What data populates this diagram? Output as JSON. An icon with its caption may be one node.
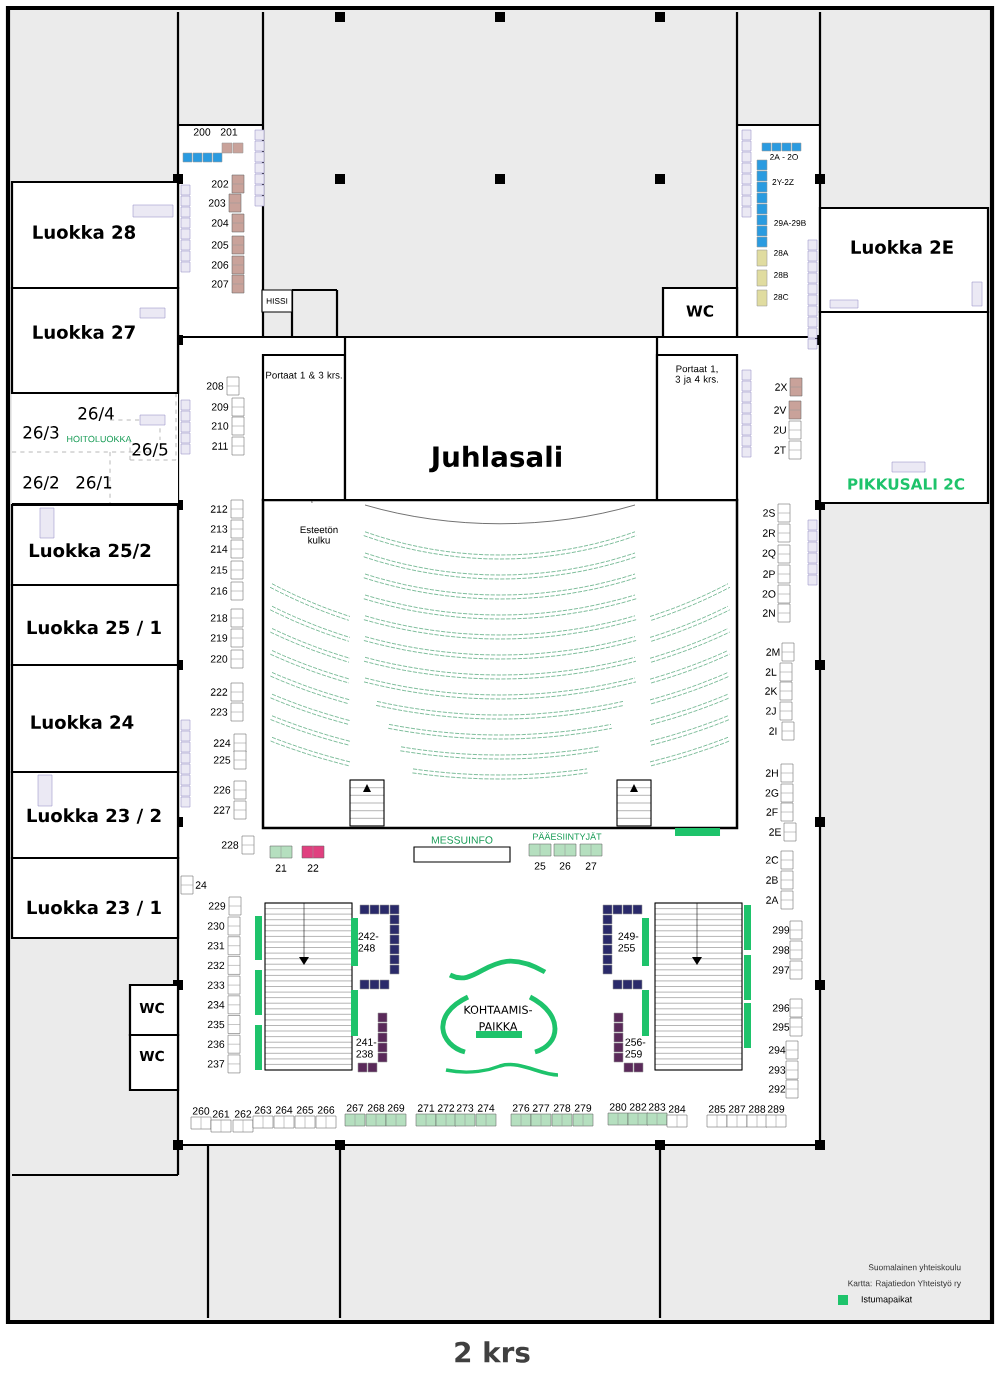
{
  "diagram": {
    "title": "2 krs",
    "nodes": [
      {
        "text": [
          "Luokka 28"
        ]
      },
      {
        "text": [
          "Luokka 27"
        ]
      },
      {
        "text": [
          "Luokka 25/2"
        ]
      },
      {
        "text": [
          "Luokka 25 / 1"
        ]
      },
      {
        "text": [
          "Luokka 24"
        ]
      },
      {
        "text": [
          "Luokka 23 / 2"
        ]
      },
      {
        "text": [
          "Luokka 23 / 1"
        ]
      },
      {
        "text": [
          "WC"
        ]
      },
      {
        "text": [
          "WC"
        ]
      },
      {
        "text": [
          "HISSI"
        ]
      },
      {
        "text": [
          "WC"
        ]
      },
      {
        "text": [
          "Portaat 1 & 3 krs."
        ]
      },
      {
        "text": [
          "Juhlasali"
        ]
      },
      {
        "text": [
          "Portaat 1, 3 ja 4 krs."
        ]
      },
      {
        "text": [
          "Luokka 2E"
        ]
      },
      {
        "text": [
          "PIKKUSALI 2C"
        ]
      },
      {
        "text": [
          "MESSUINFO"
        ]
      }
    ],
    "labels": [
      "200",
      "201",
      "202",
      "203",
      "204",
      "205",
      "206",
      "207",
      "2A - 2O",
      "2Y-2Z",
      "29A-29B",
      "28A",
      "28B",
      "28C",
      "26/4",
      "26/3",
      "HOITOLUOKKA",
      "26/5",
      "26/2",
      "26/1",
      "208",
      "209",
      "210",
      "211",
      "2X",
      "2V",
      "2U",
      "2T",
      "Esteetön kulku",
      "212",
      "213",
      "214",
      "215",
      "216",
      "218",
      "219",
      "220",
      "222",
      "223",
      "224",
      "225",
      "226",
      "227",
      "2S",
      "2R",
      "2Q",
      "2P",
      "2O",
      "2N",
      "2M",
      "2L",
      "2K",
      "2J",
      "2I",
      "2H",
      "2G",
      "2F",
      "2E",
      "228",
      "PÄÄESIINTYJÄT",
      "21",
      "22",
      "25",
      "26",
      "27",
      "2C",
      "2B",
      "2A",
      "24",
      "229",
      "230",
      "231",
      "232",
      "233",
      "234",
      "235",
      "236",
      "237",
      "242- 248",
      "249- 255",
      "KOHTAAMIS- PAIKKA",
      "241- 238",
      "256- 259",
      "299",
      "298",
      "297",
      "296",
      "295",
      "294",
      "293",
      "292",
      "260",
      "261",
      "262",
      "263",
      "264",
      "265",
      "266",
      "267",
      "268",
      "269",
      "271",
      "272",
      "273",
      "274",
      "276",
      "277",
      "278",
      "279",
      "280",
      "282",
      "283",
      "284",
      "285",
      "287",
      "288",
      "289",
      "Suomalainen yhteiskoulu",
      "Kartta: Rajatiedon Yhteistyö ry"
    ],
    "legend": [
      {
        "text": "Istumapaikat",
        "color": "#1ec36b"
      }
    ]
  }
}
